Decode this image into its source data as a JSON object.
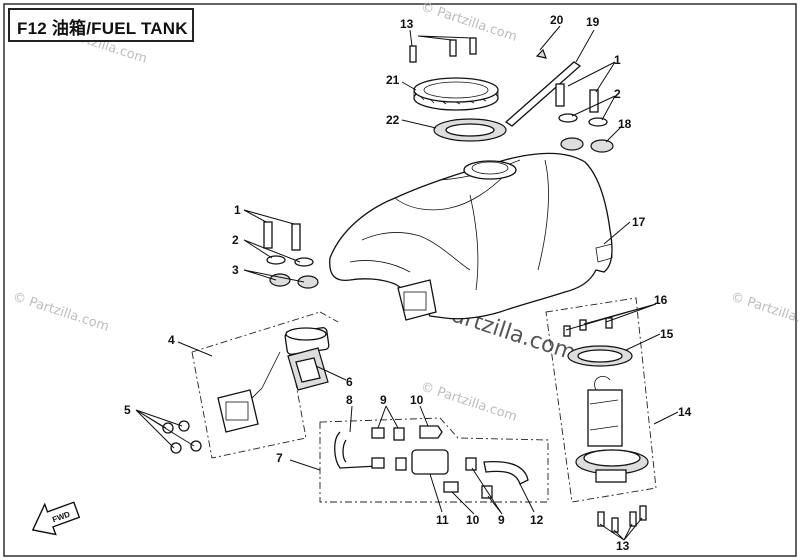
{
  "title": "F12  油箱/FUEL TANK",
  "watermarks": {
    "small": "© Partzilla.com",
    "center": "©Partzilla.com"
  },
  "fwd_label": "FWD",
  "callouts": {
    "c1_top": "1",
    "c2_top": "2",
    "c18": "18",
    "c13_top": "13",
    "c20": "20",
    "c19": "19",
    "c21": "21",
    "c22": "22",
    "c17": "17",
    "c1_left": "1",
    "c2_left": "2",
    "c3": "3",
    "c4": "4",
    "c5": "5",
    "c6": "6",
    "c7": "7",
    "c8": "8",
    "c9_top": "9",
    "c10_top": "10",
    "c11": "11",
    "c10_bot": "10",
    "c9_bot": "9",
    "c12": "12",
    "c16": "16",
    "c15": "15",
    "c14": "14",
    "c13_bot": "13"
  }
}
